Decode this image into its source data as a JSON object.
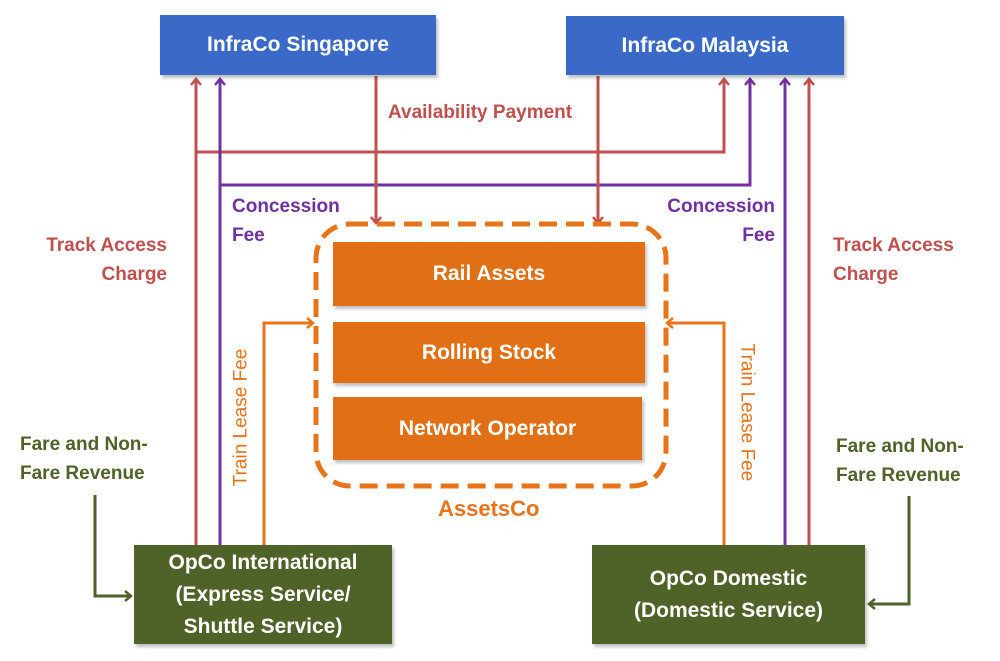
{
  "entities": {
    "infraco_singapore": "InfraCo Singapore",
    "infraco_malaysia": "InfraCo Malaysia",
    "rail_assets": "Rail Assets",
    "rolling_stock": "Rolling Stock",
    "network_operator": "Network Operator",
    "assetsco": "AssetsCo",
    "opco_international": [
      "OpCo International",
      "(Express Service/",
      "Shuttle Service)"
    ],
    "opco_domestic": [
      "OpCo Domestic",
      "(Domestic Service)"
    ]
  },
  "flows": {
    "availability_payment": "Availability Payment",
    "concession_fee_left": [
      "Concession",
      "Fee"
    ],
    "concession_fee_right": [
      "Concession",
      "Fee"
    ],
    "track_access_left": [
      "Track Access",
      "Charge"
    ],
    "track_access_right": [
      "Track Access",
      "Charge"
    ],
    "train_lease_left": "Train Lease Fee",
    "train_lease_right": "Train Lease Fee",
    "fare_left": [
      "Fare and Non-",
      "Fare Revenue"
    ],
    "fare_right": [
      "Fare and Non-",
      "Fare Revenue"
    ]
  },
  "colors": {
    "infraco": "#3a69c8",
    "assets": "#e06f15",
    "opco": "#4f6228",
    "track_access": "#c0504d",
    "concession": "#7030a0",
    "lease": "#e8741a"
  }
}
